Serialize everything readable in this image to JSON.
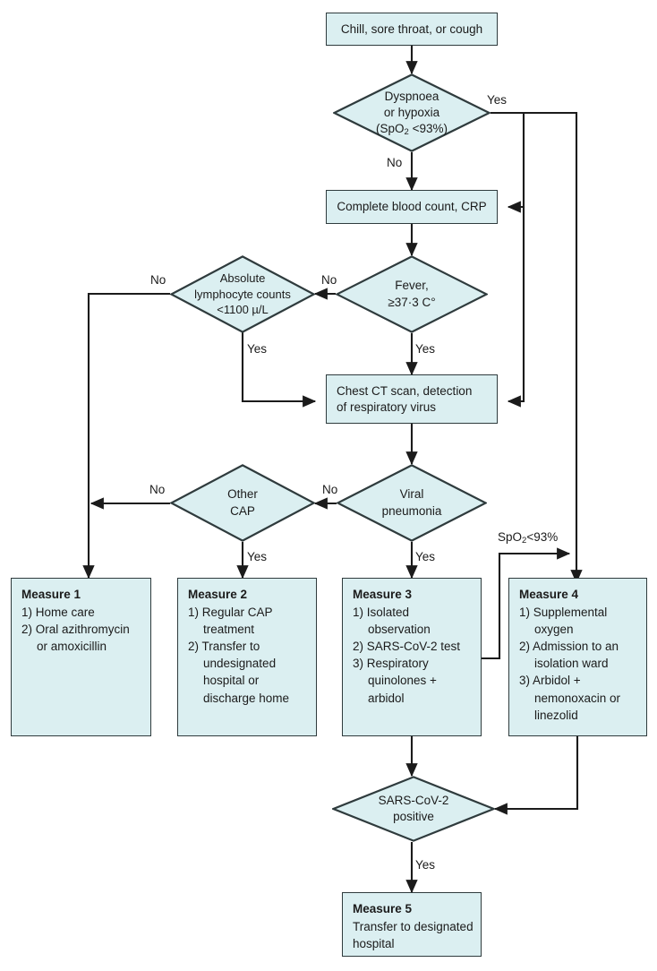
{
  "title": "COVID-19 triage and management flowchart",
  "colors": {
    "node_fill": "#dbeff1",
    "node_stroke": "#2f3b3d",
    "wire": "#1b1b1b",
    "text": "#1b1b1b",
    "background": "#ffffff"
  },
  "nodes": {
    "start": {
      "type": "process",
      "text": "Chill, sore throat, or cough"
    },
    "dyspnoea": {
      "type": "decision",
      "line1": "Dyspnoea",
      "line2": "or hypoxia",
      "line3_pre": "(SpO",
      "line3_sub": "2",
      "line3_post": " <93%)"
    },
    "cbc": {
      "type": "process",
      "text": "Complete blood count, CRP"
    },
    "fever": {
      "type": "decision",
      "line1": "Fever,",
      "line2": "≥37·3 C°"
    },
    "lymphocyte": {
      "type": "decision",
      "line1": "Absolute",
      "line2": "lymphocyte counts",
      "line3": "<1100 µ/L"
    },
    "ct": {
      "type": "process",
      "line1": "Chest CT scan, detection",
      "line2": "of respiratory virus"
    },
    "viral": {
      "type": "decision",
      "line1": "Viral",
      "line2": "pneumonia"
    },
    "cap": {
      "type": "decision",
      "line1": "Other",
      "line2": "CAP"
    },
    "sars": {
      "type": "decision",
      "line1": "SARS-CoV-2",
      "line2": "positive"
    },
    "measure1": {
      "type": "measure",
      "title": "Measure 1",
      "items": [
        "1) Home care",
        "2) Oral azithromycin or amoxicillin"
      ]
    },
    "measure2": {
      "type": "measure",
      "title": "Measure 2",
      "items": [
        "1) Regular CAP treatment",
        "2) Transfer to undesignated hospital or discharge home"
      ]
    },
    "measure3": {
      "type": "measure",
      "title": "Measure 3",
      "items": [
        "1) Isolated observation",
        "2) SARS-CoV-2 test",
        "3) Respiratory quinolones + arbidol"
      ]
    },
    "measure4": {
      "type": "measure",
      "title": "Measure 4",
      "items": [
        "1) Supplemental oxygen",
        "2) Admission to an isolation ward",
        "3) Arbidol + nemonoxacin or linezolid"
      ]
    },
    "measure5": {
      "type": "measure",
      "title": "Measure 5",
      "items": [
        "Transfer to designated hospital"
      ]
    }
  },
  "edge_labels": {
    "dyspnoea_yes": "Yes",
    "dyspnoea_no": "No",
    "fever_no": "No",
    "fever_yes": "Yes",
    "lymphocyte_no": "No",
    "lymphocyte_yes": "Yes",
    "viral_no": "No",
    "viral_yes": "Yes",
    "cap_no": "No",
    "cap_yes": "Yes",
    "spo2_branch_pre": "SpO",
    "spo2_branch_sub": "2",
    "spo2_branch_post": "<93%",
    "sars_yes": "Yes"
  }
}
